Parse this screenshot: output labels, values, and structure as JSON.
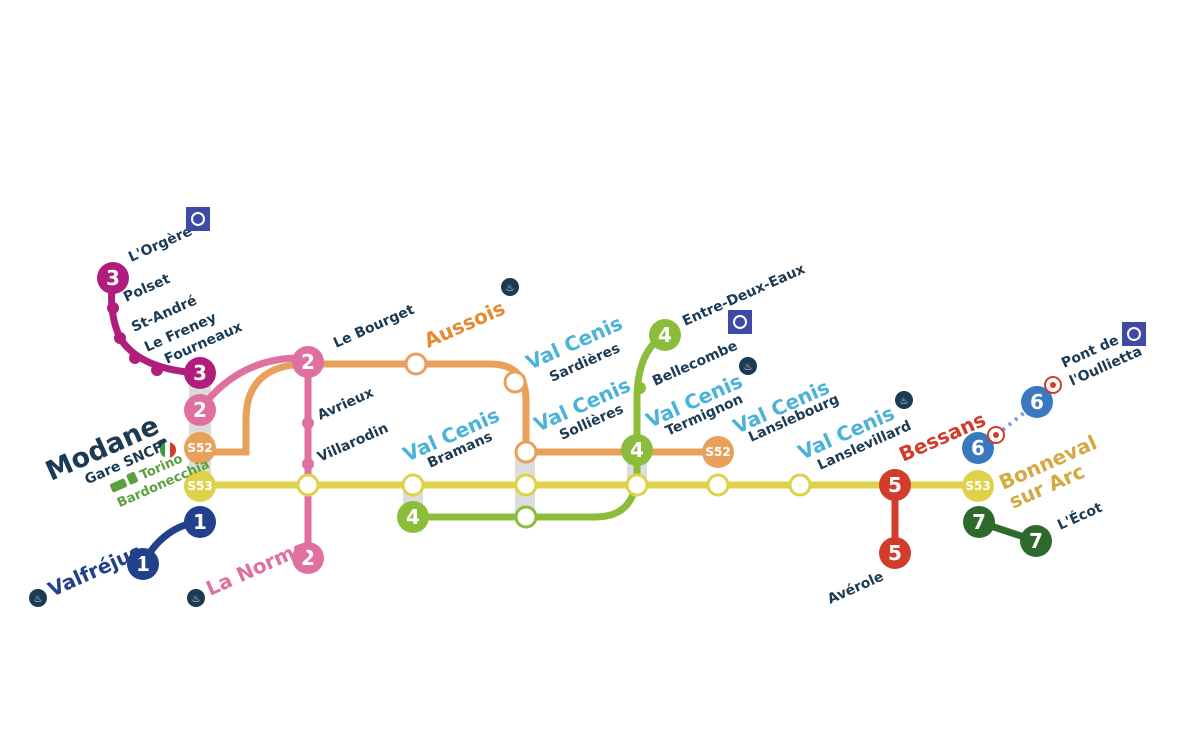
{
  "colors": {
    "line1": "#23418b",
    "line2": "#e0709f",
    "line3": "#b01d7d",
    "line4": "#8bbd3b",
    "line5": "#d23d2b",
    "line6": "#3a78c0",
    "line7": "#2f6a2c",
    "s52": "#e9a05a",
    "s53": "#ddd24a",
    "navy": "#1b3a53",
    "cenis": "#4bb3d9",
    "aussois": "#e58a2e",
    "bonneval": "#d3a941",
    "torino": "#5aa03c",
    "hub": "#d9d9d9"
  },
  "icons": {
    "lift": "ski-lift-icon",
    "nordic": "nordic-area-icon",
    "train": "train-icon",
    "bus": "bus-icon",
    "flag": "italy-flag-icon"
  },
  "lines": {
    "l1": "1",
    "l2": "2",
    "l3": "3",
    "l4": "4",
    "l5": "5",
    "l6": "6",
    "l7": "7",
    "s52": "S52",
    "s53": "S53"
  },
  "stations": {
    "modane": "Modane",
    "gare_sncf": "Gare SNCF",
    "torino": "Torino",
    "bardonecchia": "Bardonecchia",
    "valfrejus": "Valfréjus",
    "la_norma": "La Norma",
    "orgere": "L'Orgère",
    "polset": "Polset",
    "st_andre": "St-André",
    "le_freney": "Le Freney",
    "fourneaux": "Fourneaux",
    "le_bourget": "Le Bourget",
    "avrieux": "Avrieux",
    "villarodin": "Villarodin",
    "aussois": "Aussois",
    "val_cenis": "Val Cenis",
    "sardieres": "Sardières",
    "bramans": "Bramans",
    "sollieres": "Sollières",
    "entre_deux_eaux": "Entre-Deux-Eaux",
    "bellecombe": "Bellecombe",
    "termignon": "Termignon",
    "lanslebourg": "Lanslebourg",
    "lanslevillard": "Lanslevillard",
    "bessans": "Bessans",
    "averole": "Avérole",
    "pont_de": "Pont de",
    "oullietta": "l'Oullietta",
    "bonneval": "Bonneval",
    "sur_arc": "sur Arc",
    "lecot": "L'Écot"
  }
}
